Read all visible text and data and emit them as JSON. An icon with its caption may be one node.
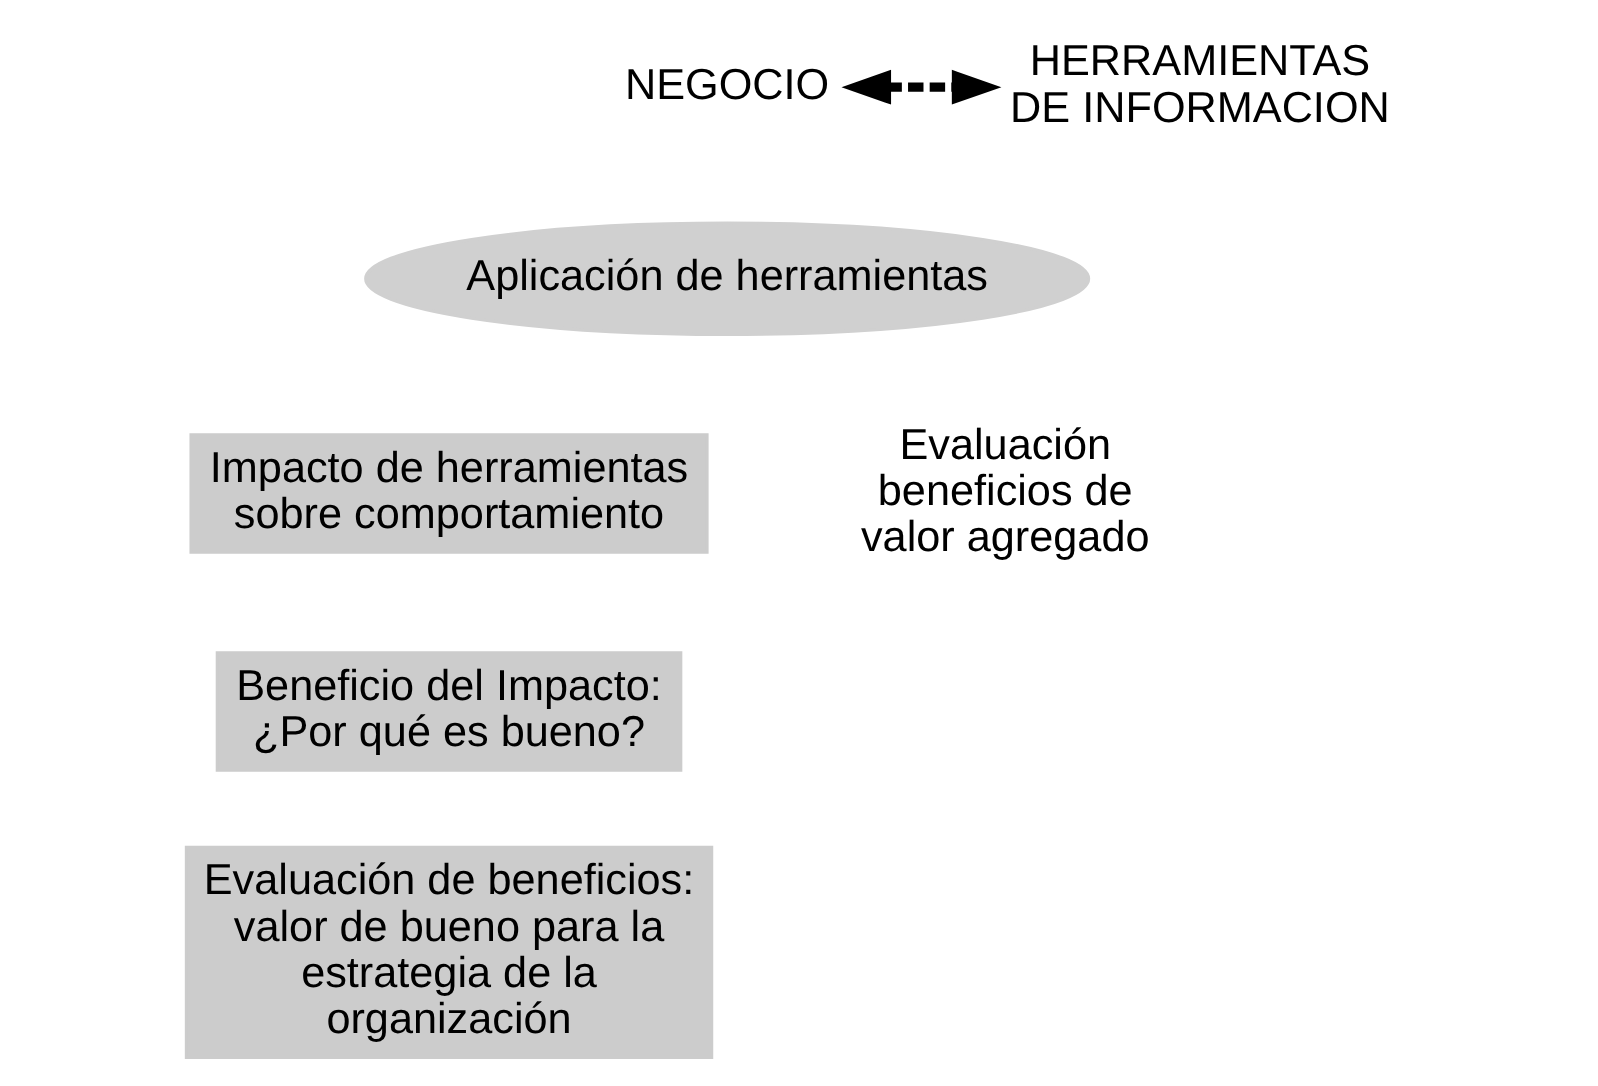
{
  "diagram": {
    "nodes": [
      {
        "text": [
          "NEGOCIO"
        ]
      },
      {
        "text": [
          "HERRAMIENTAS DE INFORMACION"
        ]
      },
      {
        "text": [
          "Aplicación de herramientas"
        ]
      },
      {
        "text": [
          "Impacto de herramientas sobre comportamiento"
        ]
      },
      {
        "text": [
          "Beneficio del Impacto: ¿Por qué es bueno?"
        ]
      },
      {
        "text": [
          "Evaluación de beneficios: valor de bueno para la estrategia de la organización"
        ]
      }
    ],
    "edges": [
      {
        "from": 0,
        "to": 1,
        "arrow": "both",
        "style": "dashed"
      }
    ],
    "labels": [
      "Evaluación beneficios de valor agregado"
    ]
  }
}
